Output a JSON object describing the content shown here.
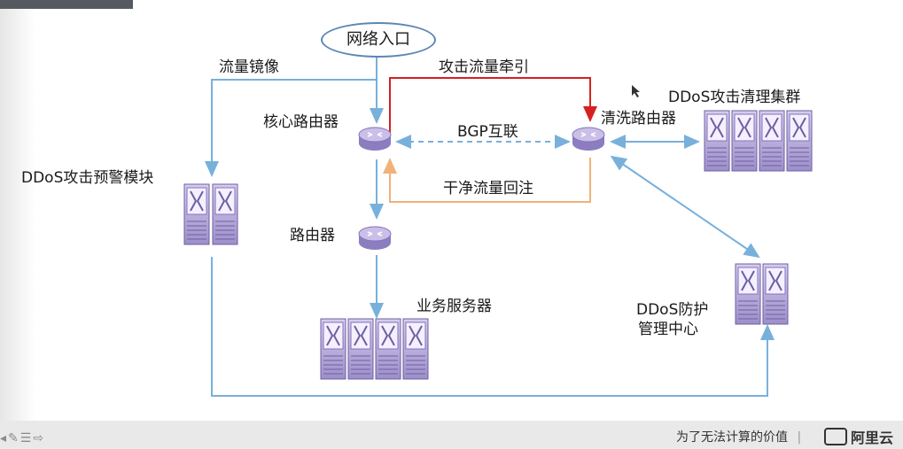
{
  "nodes": {
    "entry": "网络入口",
    "core_router": "核心路由器",
    "router": "路由器",
    "scrub_router": "清洗路由器",
    "scrub_cluster": "DDoS攻击清理集群",
    "warning_module": "DDoS攻击预警模块",
    "business_servers": "业务服务器",
    "protect_center_line1": "DDoS防护",
    "protect_center_line2": "管理中心"
  },
  "edges": {
    "mirror": "流量镜像",
    "divert": "攻击流量牵引",
    "bgp": "BGP互联",
    "reinject": "干净流量回注"
  },
  "footer": {
    "caption": "为了无法计算的价值",
    "separator": "|",
    "brand": "阿里云"
  },
  "colors": {
    "blue_line": "#78b0dc",
    "red_line": "#d62020",
    "orange_line": "#f0b27a",
    "device_purple": "#a99bd1"
  }
}
